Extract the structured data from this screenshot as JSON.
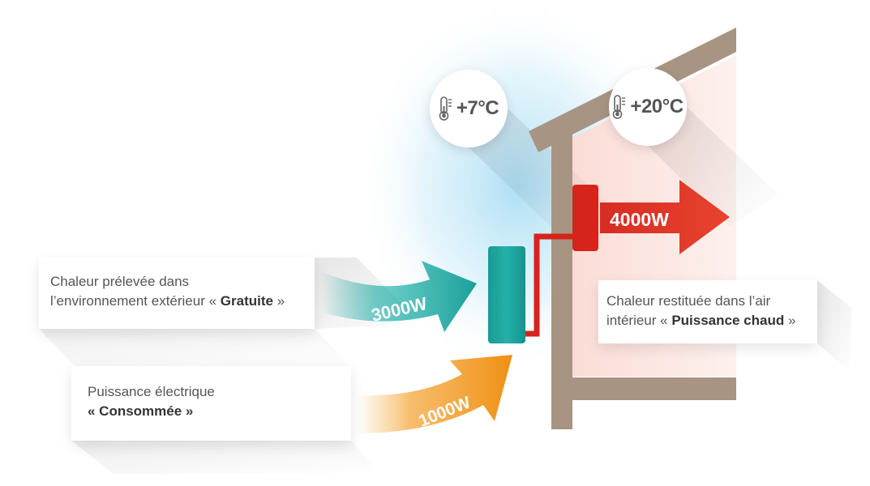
{
  "temperatures": {
    "outdoor": "+7°C",
    "indoor": "+20°C"
  },
  "arrows": {
    "free_heat": "3000W",
    "electric": "1000W",
    "output": "4000W"
  },
  "boxes": {
    "free": {
      "line1": "Chaleur prélevée dans",
      "line2_prefix": "l’environnement extérieur « ",
      "line2_bold": "Gratuite",
      "line2_suffix": " »"
    },
    "electric": {
      "line1": "Puissance électrique",
      "line2_bold": "« Consommée »"
    },
    "restitution": {
      "line1": "Chaleur restituée dans l’air",
      "line2_prefix": "intérieur « ",
      "line2_bold": "Puissance chaud",
      "line2_suffix": " »"
    }
  },
  "icons": [
    "thermometer-icon"
  ],
  "colors": {
    "wall": "#a89482",
    "teal": "#1fa7a1",
    "orange": "#f39a1c",
    "red": "#e23a2a",
    "cold_glow": "#bfe6f7",
    "warm_glow": "#fbe2df",
    "text": "#555555"
  }
}
